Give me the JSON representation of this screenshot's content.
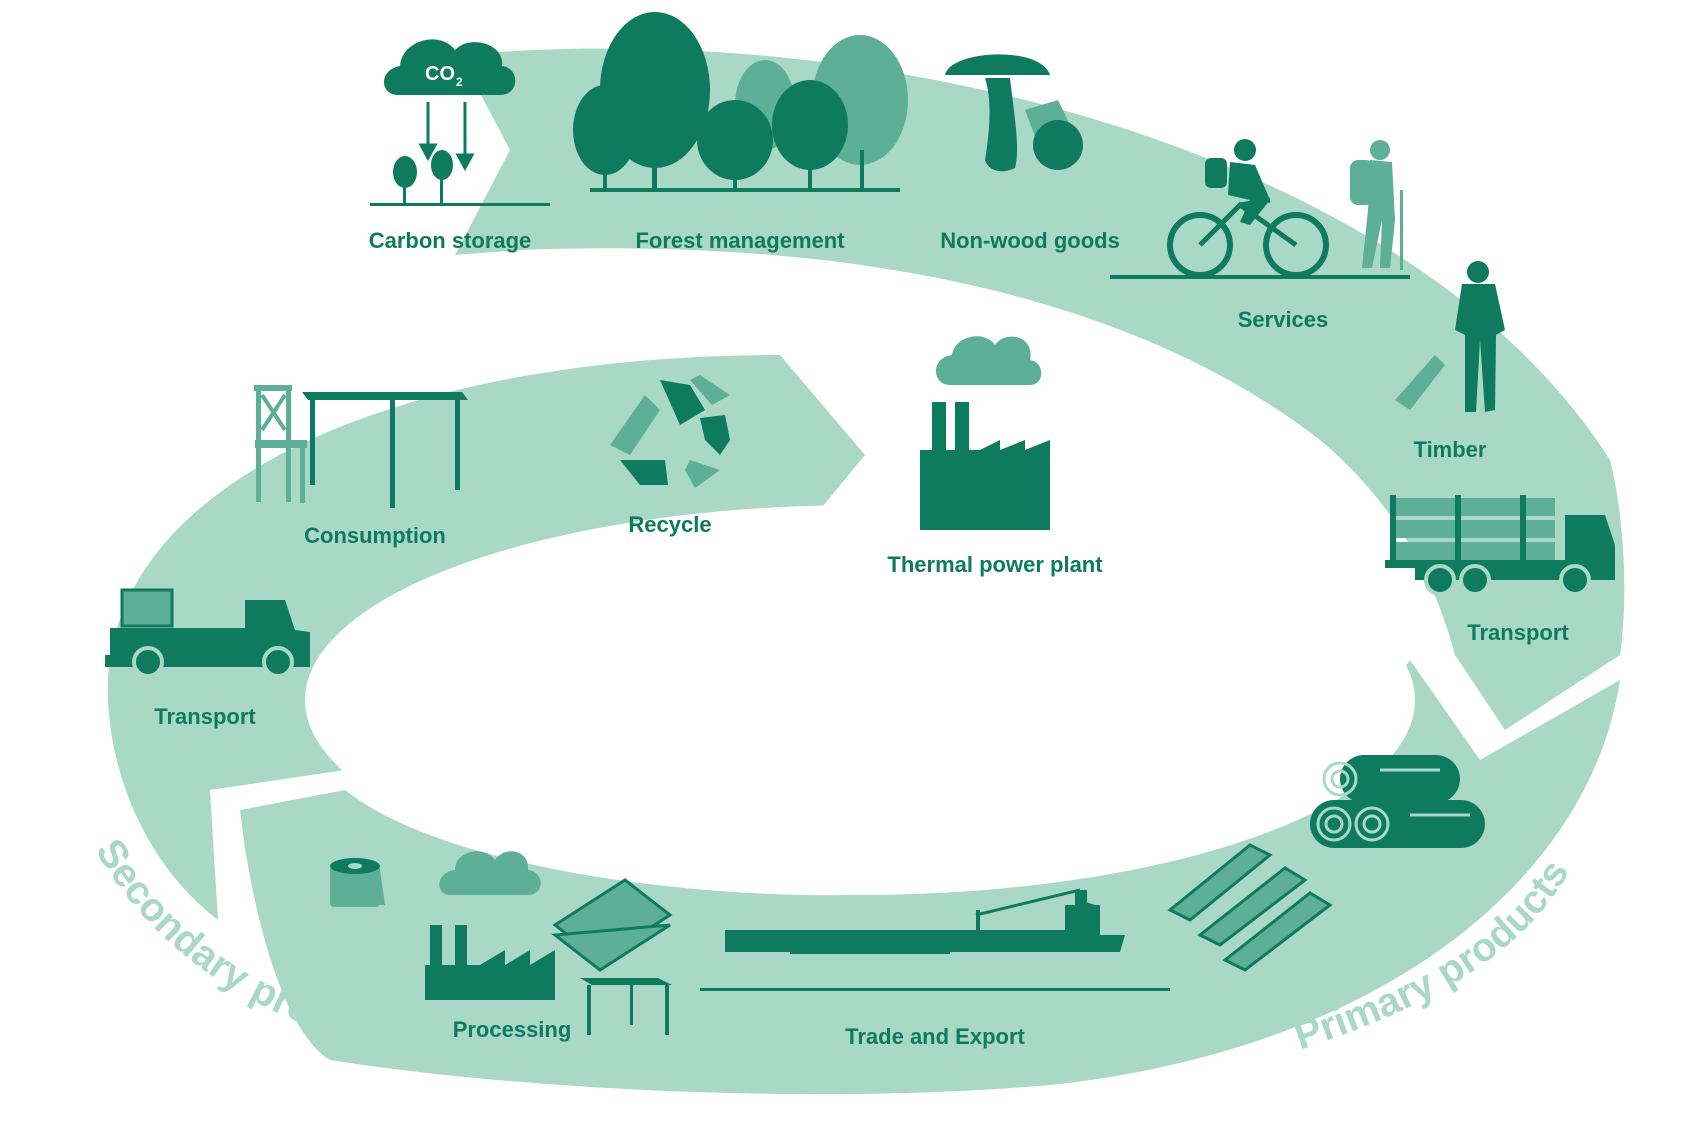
{
  "diagram": {
    "stages": {
      "carbon_storage": "Carbon storage",
      "forest_management": "Forest management",
      "non_wood_goods": "Non-wood goods",
      "services": "Services",
      "timber": "Timber",
      "transport_primary": "Transport",
      "trade_export": "Trade and Export",
      "processing": "Processing",
      "transport_secondary": "Transport",
      "consumption": "Consumption",
      "recycle": "Recycle",
      "thermal_power_plant": "Thermal power plant"
    },
    "band_labels": {
      "primary": "Primary products",
      "secondary": "Secondary products"
    },
    "cloud_text": {
      "co": "CO",
      "sub": "2"
    },
    "colors": {
      "band": "#aad8c6",
      "dark": "#0e7a5e",
      "mid": "#5daf96",
      "light_text": "#a9d8c7",
      "white": "#ffffff"
    }
  }
}
